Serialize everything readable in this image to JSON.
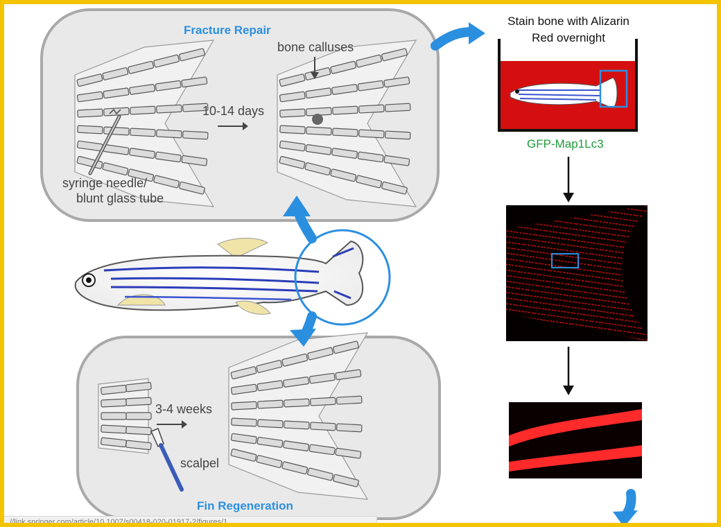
{
  "panels": {
    "fracture": {
      "title": "Fracture Repair",
      "callus_label": "bone calluses",
      "time_label": "10-14 days",
      "tool_label_line1": "syringe needle/",
      "tool_label_line2": "blunt glass tube"
    },
    "regeneration": {
      "title": "Fin Regeneration",
      "time_label": "3-4 weeks",
      "tool_label": "scalpel"
    }
  },
  "staining": {
    "line1": "Stain bone with Alizarin",
    "line2": "Red overnight",
    "reporter": "GFP-Map1Lc3"
  },
  "colors": {
    "frame": "#f5c400",
    "accent_blue": "#2b8fe0",
    "stain_red": "#d50f0f",
    "reporter_green": "#1f9a3a",
    "panel_fill": "#e9e9e9",
    "panel_border": "#a9a9a9"
  },
  "status_bar": {
    "url": "//link.springer.com/article/10.1007/s00418-020-01917-2/figures/1"
  }
}
